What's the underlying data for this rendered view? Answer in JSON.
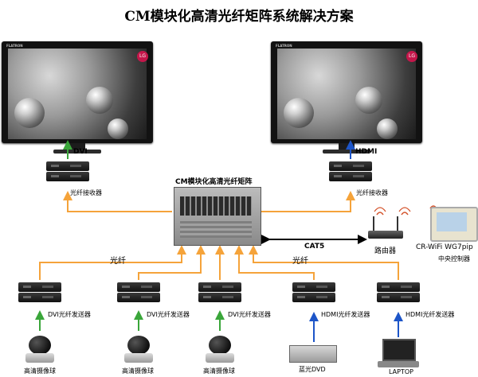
{
  "title": "CM模块化高清光纤矩阵系统解决方案",
  "matrix_label": "CM模块化高清光纤矩阵",
  "receivers": [
    {
      "signal": "DVI",
      "label": "光纤接收器"
    },
    {
      "signal": "HDMI",
      "label": "光纤接收器"
    }
  ],
  "monitor_brand": "FLATRON",
  "monitor_logo": "LG",
  "fiber_label": "光纤",
  "cat5_label": "CAT5",
  "router_label": "路由器",
  "controller": {
    "name": "CR-WiFi WG7pip",
    "label": "中央控制器"
  },
  "senders": [
    {
      "label": "DVI光纤发送器",
      "source": "高清摄像球"
    },
    {
      "label": "DVI光纤发送器",
      "source": "高清摄像球"
    },
    {
      "label": "DVI光纤发送器",
      "source": "高清摄像球"
    },
    {
      "label": "HDMI光纤发送器",
      "source": "蓝光DVD"
    },
    {
      "label": "HDMI光纤发送器",
      "source": "LAPTOP"
    }
  ],
  "colors": {
    "fiber": "#f5a33a",
    "up_dvi": "#3aa63a",
    "up_hdmi": "#1d55c8",
    "cat5": "#000000"
  }
}
